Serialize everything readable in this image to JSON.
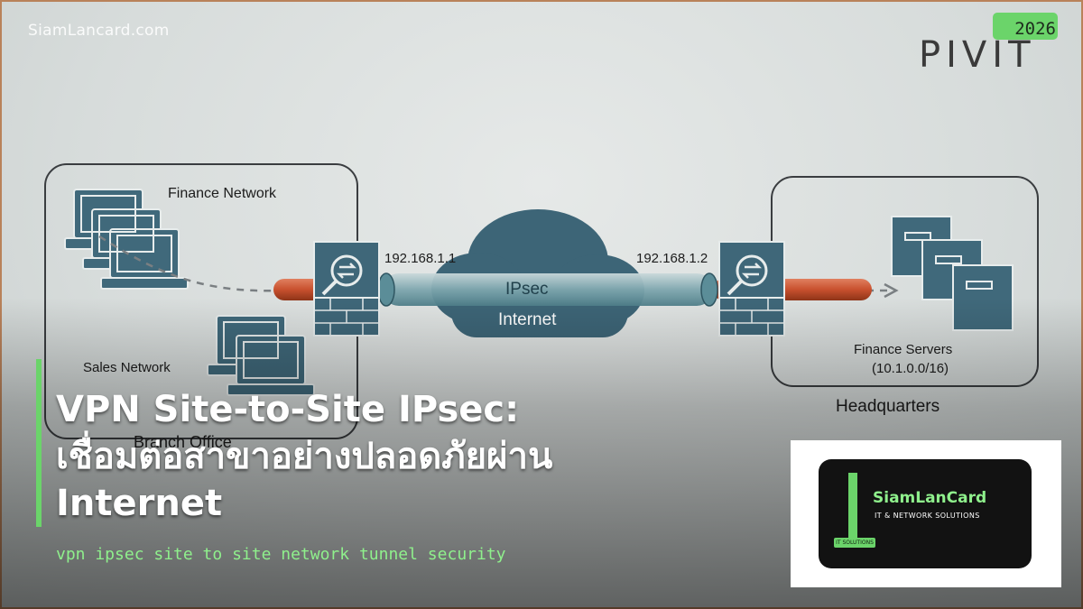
{
  "watermark": "SiamLancard.com",
  "year_badge": "2026",
  "logo_text": "PIVIT",
  "diagram": {
    "branch_office": {
      "finance_label": "Finance Network",
      "sales_label": "Sales Network",
      "office_label": "Branch Office"
    },
    "headquarters": {
      "label": "Headquarters",
      "servers_label": "Finance Servers",
      "servers_subnet": "(10.1.0.0/16)"
    },
    "ip_left": "192.168.1.1",
    "ip_right": "192.168.1.2",
    "tunnel_label": "IPsec",
    "cloud_label": "Internet"
  },
  "headline": {
    "line1": "VPN Site-to-Site IPsec:",
    "line2": "เชื่อมต่อสาขาอย่างปลอดภัยผ่าน",
    "line3": "Internet"
  },
  "tags": "vpn ipsec site to site network tunnel security",
  "brand": {
    "name": "SiamLanCard",
    "tagline": "IT & NETWORK SOLUTIONS",
    "chip": "IT SOLUTIONS"
  },
  "colors": {
    "accent": "#6bd46a",
    "cloud": "#3d6577",
    "tunnel_red": "#c8502e",
    "device": "#3f6779"
  }
}
